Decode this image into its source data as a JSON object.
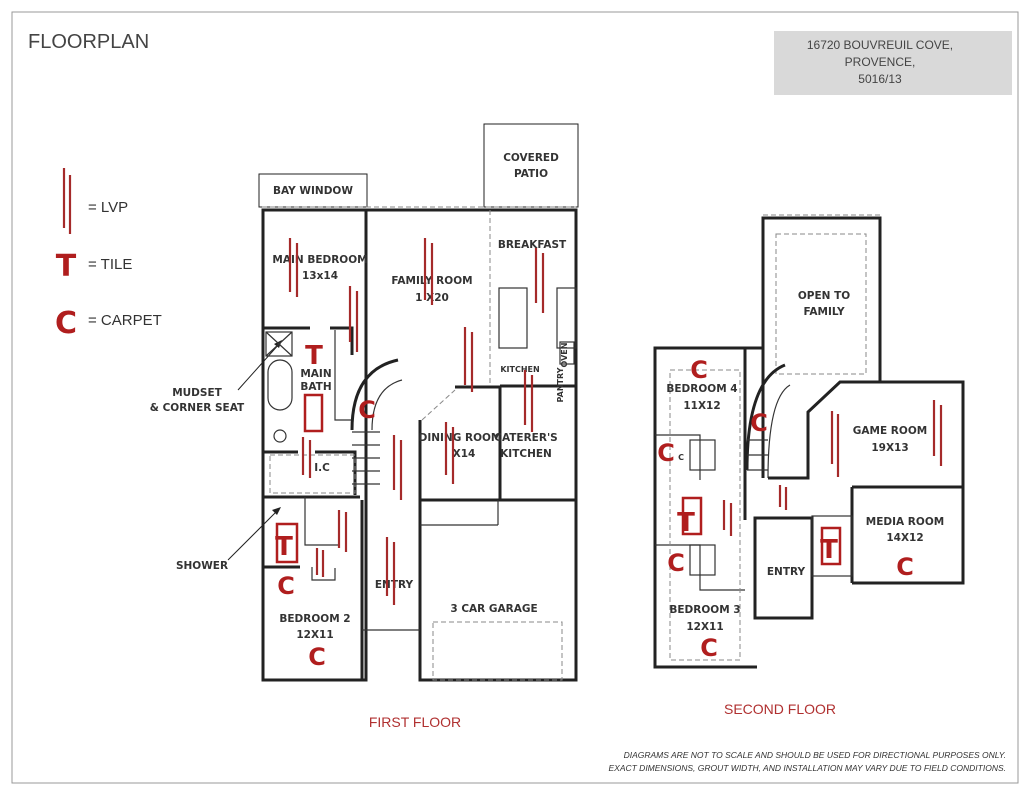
{
  "header": {
    "title": "FLOORPLAN"
  },
  "address": {
    "line1": "16720 BOUVREUIL COVE,",
    "line2": "PROVENCE,",
    "line3": "5016/13"
  },
  "legend": {
    "lvp_label": "= LVP",
    "tile_symbol": "T",
    "tile_label": "= TILE",
    "carpet_symbol": "C",
    "carpet_label": "= CARPET"
  },
  "callouts": {
    "mudset_1": "MUDSET",
    "mudset_2": "& CORNER SEAT",
    "shower": "SHOWER"
  },
  "first_floor": {
    "title": "FIRST FLOOR",
    "bay_window": "BAY WINDOW",
    "covered_patio_1": "COVERED",
    "covered_patio_2": "PATIO",
    "main_bedroom": "MAIN BEDROOM",
    "main_bedroom_dim": "13x14",
    "family_room": "FAMILY ROOM",
    "family_room_dim": "1 X20",
    "breakfast": "BREAKFAST",
    "kitchen": "KITCHEN",
    "pantry": "PANTRY",
    "oven": "OVEN",
    "main_bath_1": "MAIN",
    "main_bath_2": "BATH",
    "ic": "I.C",
    "dining_room": "DINING ROOM",
    "dining_room_dim": "X14",
    "caterers_1": "CATERER'S",
    "caterers_2": "KITCHEN",
    "entry": "ENTRY",
    "garage": "3 CAR GARAGE",
    "bedroom2": "BEDROOM 2",
    "bedroom2_dim": "12X11"
  },
  "second_floor": {
    "title": "SECOND FLOOR",
    "open_1": "OPEN TO",
    "open_2": "FAMILY",
    "bedroom4": "BEDROOM 4",
    "bedroom4_dim": "11X12",
    "game_room": "GAME ROOM",
    "game_room_dim": "19X13",
    "media_room": "MEDIA ROOM",
    "media_room_dim": "14X12",
    "entry": "ENTRY",
    "bedroom3": "BEDROOM 3",
    "bedroom3_dim": "12X11",
    "closet": "C"
  },
  "footer": {
    "note1": "DIAGRAMS ARE NOT TO SCALE AND SHOULD BE USED FOR DIRECTIONAL PURPOSES ONLY.",
    "note2": "EXACT DIMENSIONS, GROUT WIDTH, AND INSTALLATION MAY VARY DUE TO FIELD CONDITIONS."
  },
  "colors": {
    "material_marker": "#b01e1e",
    "address_box": "#d9d9d9"
  }
}
